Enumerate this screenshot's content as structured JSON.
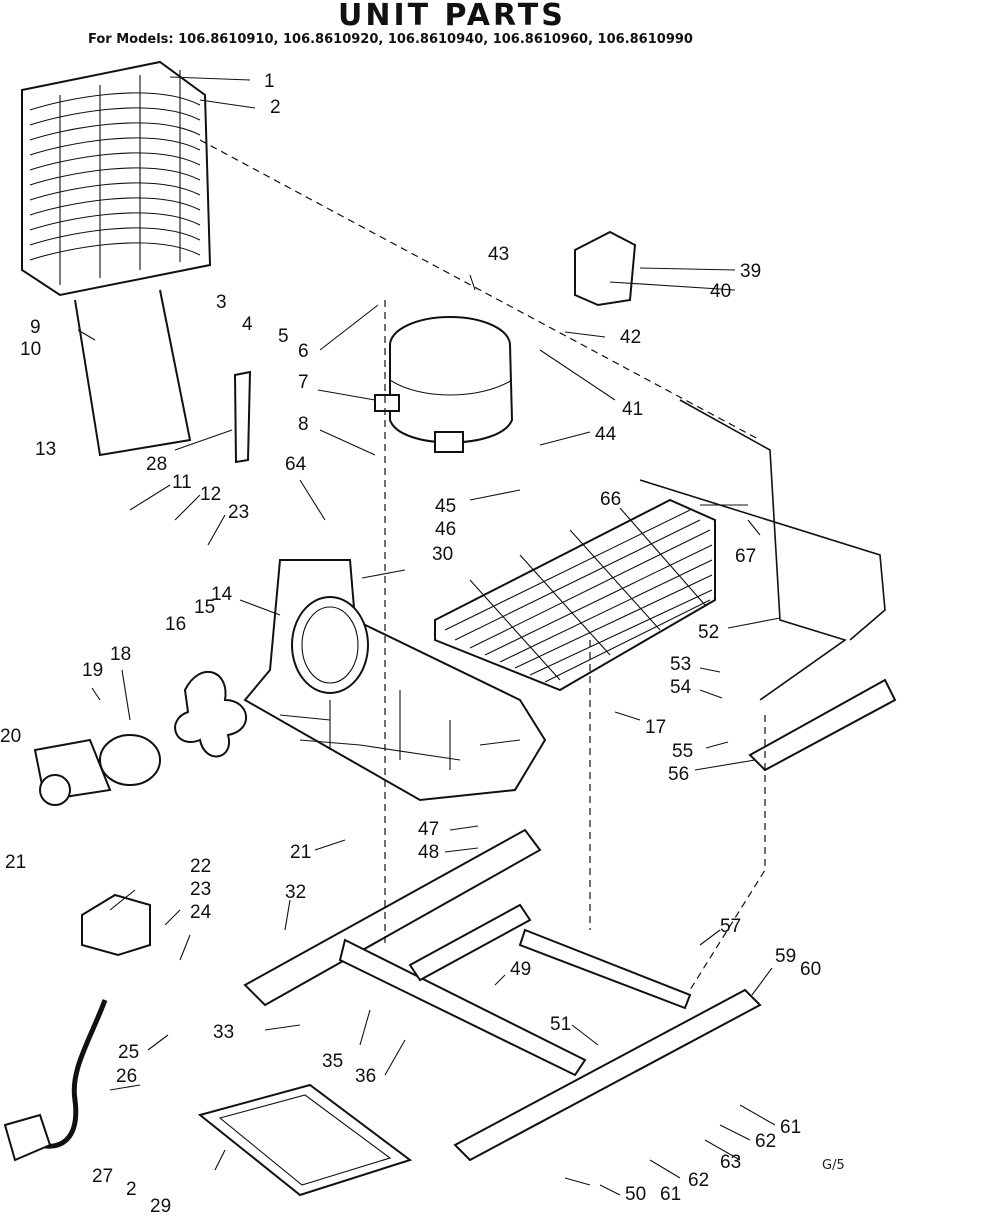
{
  "header": {
    "title": "UNIT PARTS",
    "models": "For Models: 106.8610910, 106.8610920, 106.8610940, 106.8610960, 106.8610990"
  },
  "footer": {
    "code": "G/5"
  },
  "callouts": [
    {
      "id": "c1",
      "text": "1"
    },
    {
      "id": "c2a",
      "text": "2"
    },
    {
      "id": "c3",
      "text": "3"
    },
    {
      "id": "c4",
      "text": "4"
    },
    {
      "id": "c5",
      "text": "5"
    },
    {
      "id": "c6",
      "text": "6"
    },
    {
      "id": "c7",
      "text": "7"
    },
    {
      "id": "c8",
      "text": "8"
    },
    {
      "id": "c9",
      "text": "9"
    },
    {
      "id": "c10",
      "text": "10"
    },
    {
      "id": "c11",
      "text": "11"
    },
    {
      "id": "c12",
      "text": "12"
    },
    {
      "id": "c13",
      "text": "13"
    },
    {
      "id": "c14",
      "text": "14"
    },
    {
      "id": "c15",
      "text": "15"
    },
    {
      "id": "c16",
      "text": "16"
    },
    {
      "id": "c17",
      "text": "17"
    },
    {
      "id": "c18",
      "text": "18"
    },
    {
      "id": "c19",
      "text": "19"
    },
    {
      "id": "c20",
      "text": "20"
    },
    {
      "id": "c21a",
      "text": "21"
    },
    {
      "id": "c21b",
      "text": "21"
    },
    {
      "id": "c22",
      "text": "22"
    },
    {
      "id": "c23a",
      "text": "23"
    },
    {
      "id": "c23b",
      "text": "23"
    },
    {
      "id": "c24",
      "text": "24"
    },
    {
      "id": "c25",
      "text": "25"
    },
    {
      "id": "c26",
      "text": "26"
    },
    {
      "id": "c27",
      "text": "27"
    },
    {
      "id": "c2b",
      "text": "2"
    },
    {
      "id": "c28",
      "text": "28"
    },
    {
      "id": "c29",
      "text": "29"
    },
    {
      "id": "c30",
      "text": "30"
    },
    {
      "id": "c32",
      "text": "32"
    },
    {
      "id": "c33",
      "text": "33"
    },
    {
      "id": "c35",
      "text": "35"
    },
    {
      "id": "c36",
      "text": "36"
    },
    {
      "id": "c39",
      "text": "39"
    },
    {
      "id": "c40",
      "text": "40"
    },
    {
      "id": "c41",
      "text": "41"
    },
    {
      "id": "c42",
      "text": "42"
    },
    {
      "id": "c43",
      "text": "43"
    },
    {
      "id": "c44",
      "text": "44"
    },
    {
      "id": "c45",
      "text": "45"
    },
    {
      "id": "c46",
      "text": "46"
    },
    {
      "id": "c47",
      "text": "47"
    },
    {
      "id": "c48",
      "text": "48"
    },
    {
      "id": "c49",
      "text": "49"
    },
    {
      "id": "c50",
      "text": "50"
    },
    {
      "id": "c51",
      "text": "51"
    },
    {
      "id": "c52",
      "text": "52"
    },
    {
      "id": "c53",
      "text": "53"
    },
    {
      "id": "c54",
      "text": "54"
    },
    {
      "id": "c55",
      "text": "55"
    },
    {
      "id": "c56",
      "text": "56"
    },
    {
      "id": "c57",
      "text": "57"
    },
    {
      "id": "c59",
      "text": "59"
    },
    {
      "id": "c60",
      "text": "60"
    },
    {
      "id": "c61a",
      "text": "61"
    },
    {
      "id": "c62a",
      "text": "62"
    },
    {
      "id": "c63",
      "text": "63"
    },
    {
      "id": "c62b",
      "text": "62"
    },
    {
      "id": "c61b",
      "text": "61"
    },
    {
      "id": "c64",
      "text": "64"
    },
    {
      "id": "c66",
      "text": "66"
    },
    {
      "id": "c67",
      "text": "67"
    }
  ]
}
